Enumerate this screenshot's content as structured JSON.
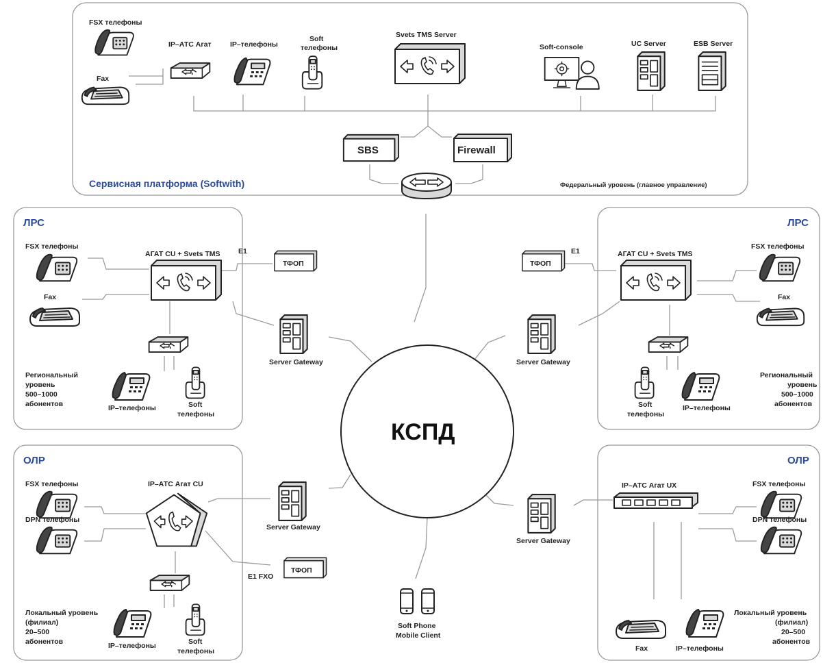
{
  "platform": {
    "title": "Сервисная платформа (Softwith)",
    "level": "Федеральный уровень (главное управление)",
    "fsx": "FSX телефоны",
    "fax": "Fax",
    "ipats": "IP–АТС Агат",
    "ipphones": "IP–телефоны",
    "soft1": "Soft",
    "soft2": "телефоны",
    "tms": "Svets TMS Server",
    "console": "Soft-console",
    "uc": "UC Server",
    "esb": "ESB Server",
    "sbs": "SBS",
    "firewall": "Firewall"
  },
  "center": {
    "label": "КСПД",
    "mobile1": "Soft Phone",
    "mobile2": "Mobile Client"
  },
  "lrs_left": {
    "title": "ЛРС",
    "fsx": "FSX телефоны",
    "fax": "Fax",
    "core": "АГАТ CU + Svets TMS",
    "e1": "E1",
    "pstn": "ТФОП",
    "gateway": "Server Gateway",
    "desc1": "Региональный",
    "desc2": "уровень",
    "desc3": "500–1000",
    "desc4": "абонентов",
    "ipphones": "IP–телефоны",
    "soft1": "Soft",
    "soft2": "телефоны"
  },
  "lrs_right": {
    "title": "ЛРС",
    "fsx": "FSX телефоны",
    "fax": "Fax",
    "core": "АГАТ CU + Svets TMS",
    "e1": "E1",
    "pstn": "ТФОП",
    "gateway": "Server Gateway",
    "desc1": "Региональный",
    "desc2": "уровень",
    "desc3": "500–1000",
    "desc4": "абонентов",
    "ipphones": "IP–телефоны",
    "soft1": "Soft",
    "soft2": "телефоны"
  },
  "olr_left": {
    "title": "ОЛР",
    "fsx": "FSX телефоны",
    "dpn": "DPN телефоны",
    "core": "IP–АТС Агат CU",
    "gateway": "Server Gateway",
    "e1": "E1 FXO",
    "pstn": "ТФОП",
    "desc1": "Локальный уровень",
    "desc2": "(филиал)",
    "desc3": "20–500",
    "desc4": "абонентов",
    "ipphones": "IP–телефоны",
    "soft1": "Soft",
    "soft2": "телефоны"
  },
  "olr_right": {
    "title": "ОЛР",
    "fsx": "FSX телефоны",
    "dpn": "DPN телефоны",
    "core": "IP–АТС Агат UX",
    "gateway": "Server Gateway",
    "desc1": "Локальный уровень",
    "desc2": "(филиал)",
    "desc3": "20–500",
    "desc4": "абонентов",
    "fax": "Fax",
    "ipphones": "IP–телефоны"
  },
  "colors": {
    "accent": "#2a4b9b",
    "line": "#9a9a9a",
    "ink": "#222222"
  },
  "icons": [
    "desk-phone-icon",
    "fax-icon",
    "ip-pbx-icon",
    "ip-phone-icon",
    "cordless-phone-icon",
    "tms-server-icon",
    "operator-console-icon",
    "server-rack-icon",
    "router-icon",
    "pstn-box-icon",
    "gateway-icon",
    "mobile-phone-icon",
    "switch-icon"
  ]
}
